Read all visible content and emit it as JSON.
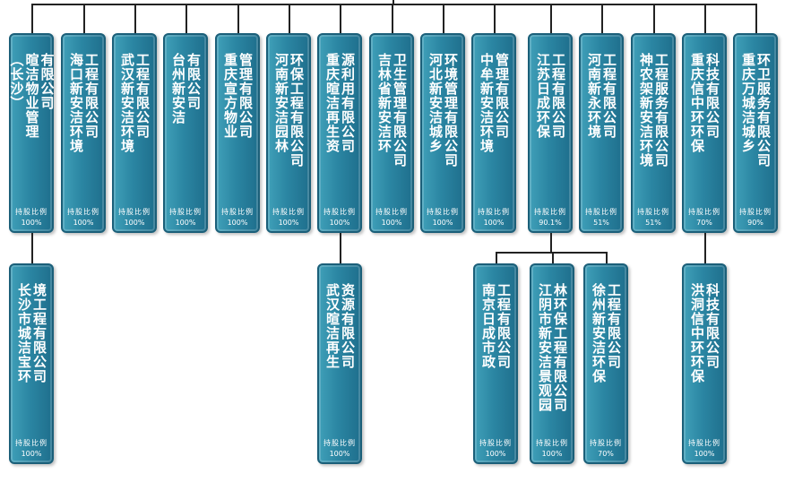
{
  "share_label": "持股比例",
  "colors": {
    "card": "#2b86a3",
    "card_border": "#1b5f79",
    "line": "#222222",
    "text": "#ffffff"
  },
  "top_row": [
    {
      "id": "changsha-xuanjie",
      "name_columns": [
        "（长沙）",
        "暄洁物业管理",
        "有限公司"
      ],
      "share": "100%"
    },
    {
      "id": "haikou",
      "name_columns": [
        "海口新安洁环境",
        "工程有限公司"
      ],
      "share": "100%"
    },
    {
      "id": "wuhan",
      "name_columns": [
        "武汉新安洁环境",
        "工程有限公司"
      ],
      "share": "100%"
    },
    {
      "id": "taizhou",
      "name_columns": [
        "台州新安洁",
        "有限公司"
      ],
      "share": "100%"
    },
    {
      "id": "chongqing-xuanfang",
      "name_columns": [
        "重庆宣方物业",
        "管理有限公司"
      ],
      "share": "100%"
    },
    {
      "id": "henan-yuanlin",
      "name_columns": [
        "河南新安洁园林",
        "环保工程有限公司"
      ],
      "share": "100%"
    },
    {
      "id": "chongqing-zaisheng",
      "name_columns": [
        "重庆暄洁再生资",
        "源利用有限公司"
      ],
      "share": "100%"
    },
    {
      "id": "jilin",
      "name_columns": [
        "吉林省新安洁环",
        "卫生管理有限公司"
      ],
      "share": "100%"
    },
    {
      "id": "hebei",
      "name_columns": [
        "河北新安洁城乡",
        "环境管理有限公司"
      ],
      "share": "100%"
    },
    {
      "id": "zhongmou",
      "name_columns": [
        "中牟新安洁环境",
        "管理有限公司"
      ],
      "share": "100%"
    },
    {
      "id": "jiangsu-richeng",
      "name_columns": [
        "江苏日成环保",
        "工程有限公司"
      ],
      "share": "90.1%"
    },
    {
      "id": "henan-xinyong",
      "name_columns": [
        "河南新永环境",
        "工程有限公司"
      ],
      "share": "51%"
    },
    {
      "id": "shennongjia",
      "name_columns": [
        "神农架新安洁环境",
        "工程服务有限公司"
      ],
      "share": "51%"
    },
    {
      "id": "chongqing-xinzhong",
      "name_columns": [
        "重庆信中环环保",
        "科技有限公司"
      ],
      "share": "70%"
    },
    {
      "id": "chongqing-wancheng",
      "name_columns": [
        "重庆万城洁城乡",
        "环卫服务有限公司"
      ],
      "share": "90%"
    }
  ],
  "bottom_row": [
    {
      "id": "changsha-baohuan",
      "parent": "changsha-xuanjie",
      "name_columns": [
        "长沙市城洁宝环",
        "境工程有限公司"
      ],
      "share": "100%"
    },
    {
      "id": "wuhan-zaisheng",
      "parent": "chongqing-zaisheng",
      "name_columns": [
        "武汉暄洁再生",
        "资源有限公司"
      ],
      "share": "100%"
    },
    {
      "id": "nanjing-richeng",
      "parent": "jiangsu-richeng",
      "name_columns": [
        "南京日成市政",
        "工程有限公司"
      ],
      "share": "100%"
    },
    {
      "id": "jiangyin",
      "parent": "jiangsu-richeng",
      "name_columns": [
        "江阴市新安洁景观园",
        "林环保工程有限公司"
      ],
      "share": "100%"
    },
    {
      "id": "xuzhou",
      "parent": "jiangsu-richeng",
      "name_columns": [
        "徐州新安洁环保",
        "工程有限公司"
      ],
      "share": "70%"
    },
    {
      "id": "hongdong",
      "parent": "chongqing-xinzhong",
      "name_columns": [
        "洪洞信中环环保",
        "科技有限公司"
      ],
      "share": "100%"
    }
  ]
}
